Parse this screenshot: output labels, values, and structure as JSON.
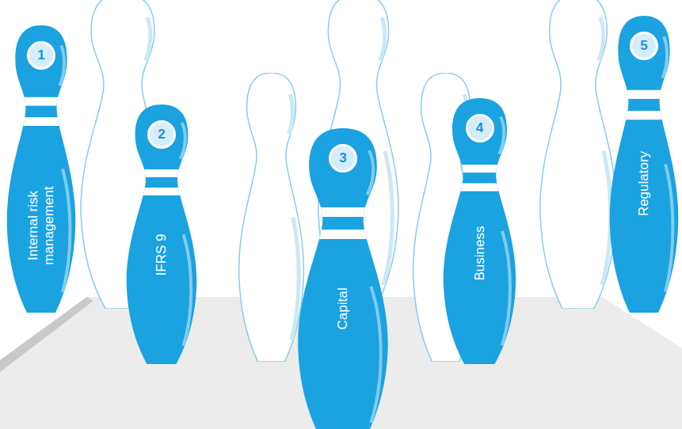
{
  "diagram": {
    "nodes": [
      {
        "text": [
          "1",
          "Internal risk management"
        ]
      },
      {
        "text": [
          "2",
          "IFRS 9"
        ]
      },
      {
        "text": [
          "3",
          "Capital"
        ]
      },
      {
        "text": [
          "4",
          "Business"
        ]
      },
      {
        "text": [
          "5",
          "Regulatory"
        ]
      }
    ]
  }
}
